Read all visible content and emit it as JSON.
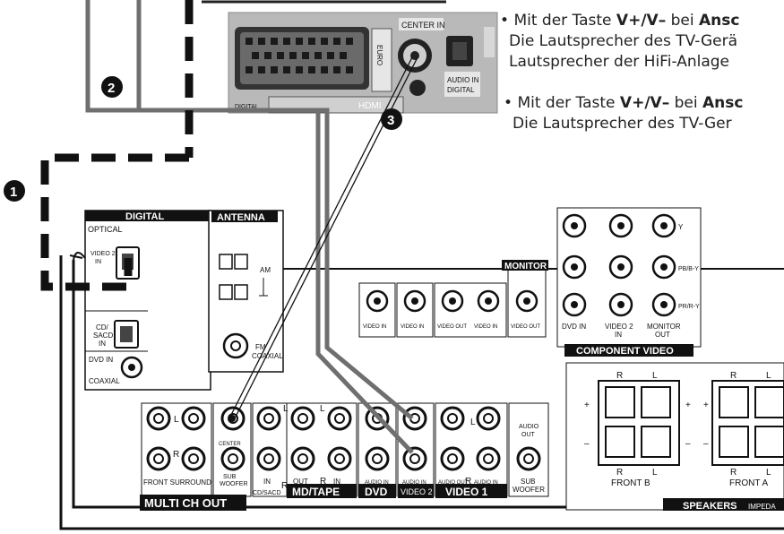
{
  "tv_panel": {
    "center_in": "CENTER IN",
    "euro": "EURO",
    "audio_in_digital_1": "AUDIO IN",
    "audio_in_digital_2": "DIGITAL",
    "hdmi": "HDMI",
    "digital_small": "DIGITAL"
  },
  "bullets": [
    {
      "line1_pre": "Mit der Taste ",
      "line1_bold": "V+/V–",
      "line1_mid": " bei ",
      "line1_bold2": "Ansc",
      "line2": "Die Lautsprecher des TV-Gerä",
      "line3": "Lautsprecher der HiFi-Anlage"
    },
    {
      "line1_pre": "Mit der Taste ",
      "line1_bold": "V+/V–",
      "line1_mid": " bei ",
      "line1_bold2": "Ansc",
      "line2": "Die Lautsprecher des TV-Ger"
    }
  ],
  "callouts": [
    "1",
    "2",
    "3"
  ],
  "receiver": {
    "digital": "DIGITAL",
    "optical": "OPTICAL",
    "video2_in": [
      "VIDEO 2",
      "IN"
    ],
    "cd_sacd_in": [
      "CD/",
      "SACD",
      "IN"
    ],
    "dvd_in": "DVD IN",
    "coaxial": "COAXIAL",
    "antenna": "ANTENNA",
    "am": "AM",
    "fm_coaxial": [
      "FM",
      "COAXIAL"
    ],
    "monitor": "MONITOR",
    "video_in": "VIDEO IN",
    "video_out": "VIDEO OUT",
    "dvd_in_comp": "DVD IN",
    "video2_in_comp": [
      "VIDEO 2",
      "IN"
    ],
    "monitor_out": [
      "MONITOR",
      "OUT"
    ],
    "component_video": "COMPONENT VIDEO",
    "y": "Y",
    "pb": "PB/B-Y",
    "pr": "PR/R-Y",
    "front_surround": "FRONT SURROUND",
    "l": "L",
    "r": "R",
    "center": "CENTER",
    "sub_woofer": [
      "SUB",
      "WOOFER"
    ],
    "multi_ch_out": "MULTI CH OUT",
    "in": "IN",
    "out": "OUT",
    "cd_sacd": "CD/SACD",
    "md_tape": "MD/TAPE",
    "audio_in": "AUDIO IN",
    "audio_out": "AUDIO OUT",
    "dvd": "DVD",
    "video2": "VIDEO 2",
    "video1": "VIDEO 1",
    "audio_out_sub": [
      "AUDIO",
      "OUT"
    ],
    "front_b": "FRONT B",
    "front_a": "FRONT A",
    "speakers": "SPEAKERS",
    "impeda": "IMPEDA",
    "plus": "+",
    "minus": "–"
  }
}
